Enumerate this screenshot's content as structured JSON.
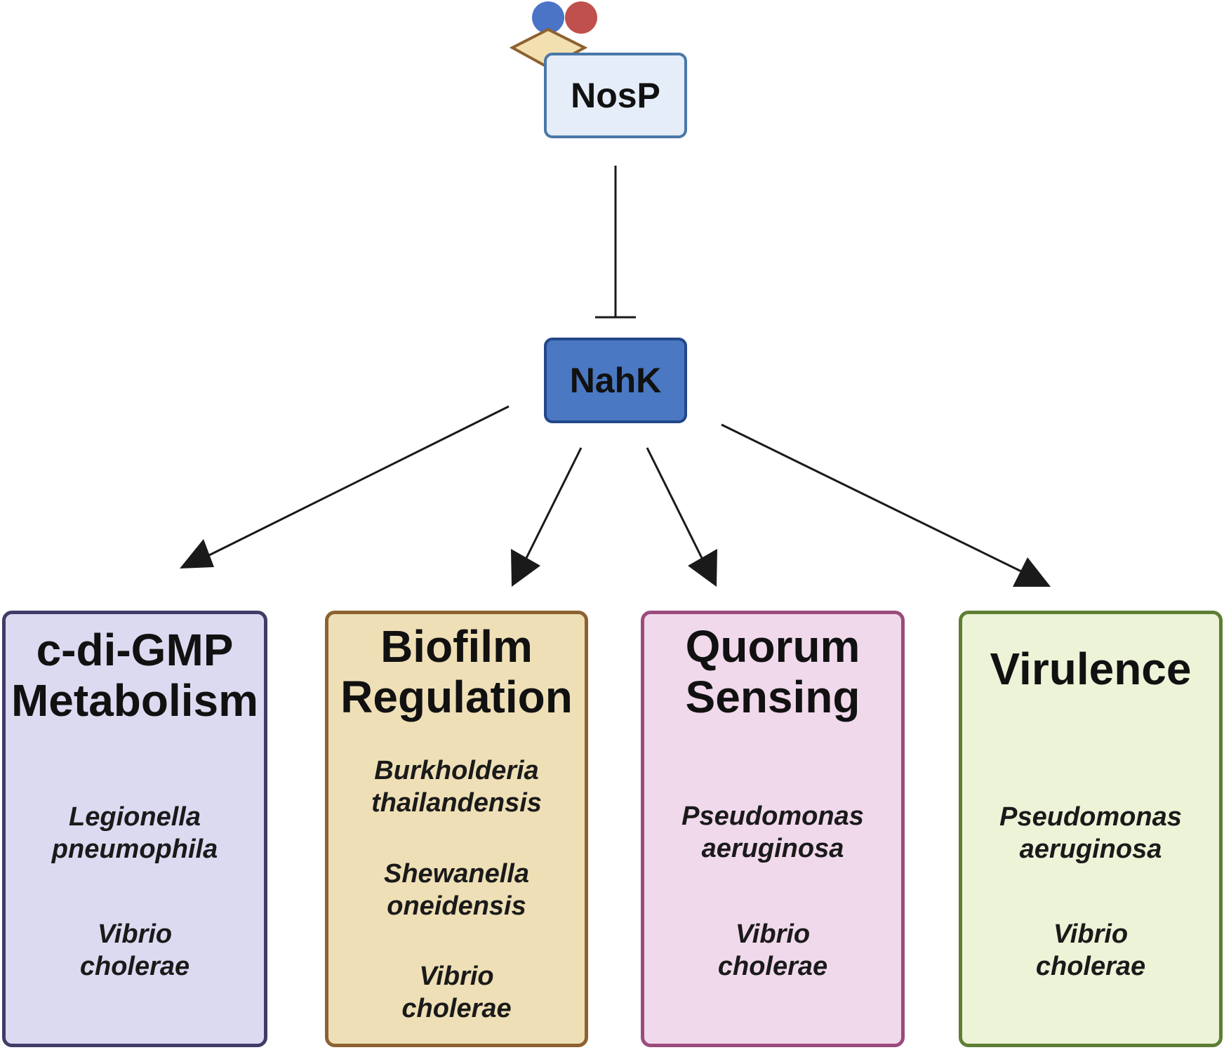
{
  "nodes": {
    "nosp": "NosP",
    "nahk": "NahK"
  },
  "colors": {
    "nosp_fill": "#e4edf8",
    "nahk_fill": "#4a78c2",
    "ligand_blue": "#4a74c6",
    "ligand_red": "#c0504d",
    "heme_fill": "#f3e0b0"
  },
  "boxes": [
    {
      "title": [
        "c-di-GMP",
        "Metabolism"
      ],
      "species": [
        [
          "Legionella",
          "pneumophila"
        ],
        [
          "Vibrio",
          "cholerae"
        ]
      ]
    },
    {
      "title": [
        "Biofilm",
        "Regulation"
      ],
      "species": [
        [
          "Burkholderia",
          "thailandensis"
        ],
        [
          "Shewanella",
          "oneidensis"
        ],
        [
          "Vibrio",
          "cholerae"
        ]
      ]
    },
    {
      "title": [
        "Quorum",
        "Sensing"
      ],
      "species": [
        [
          "Pseudomonas",
          "aeruginosa"
        ],
        [
          "Vibrio",
          "cholerae"
        ]
      ]
    },
    {
      "title": [
        "Virulence"
      ],
      "species": [
        [
          "Pseudomonas",
          "aeruginosa"
        ],
        [
          "Vibrio",
          "cholerae"
        ]
      ]
    }
  ]
}
